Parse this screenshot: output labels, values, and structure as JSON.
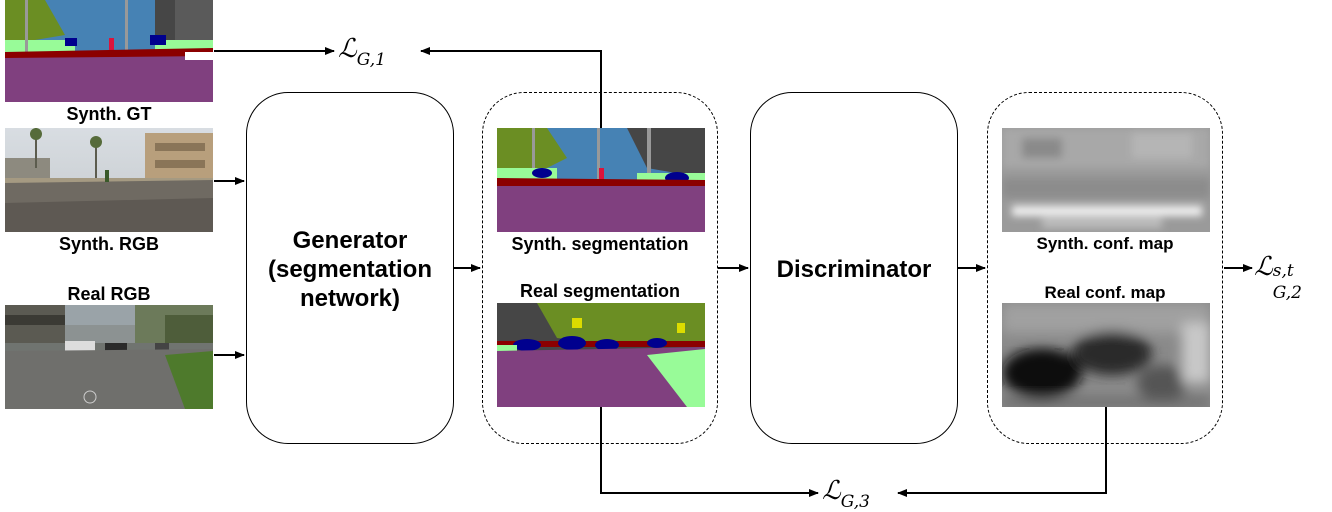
{
  "inputs": {
    "synth_gt_caption": "Synth. GT",
    "synth_rgb_caption": "Synth. RGB",
    "real_rgb_caption": "Real RGB"
  },
  "generator": {
    "line1": "Generator",
    "line2": "(segmentation",
    "line3": "network)"
  },
  "segmentation": {
    "synth_caption": "Synth. segmentation",
    "real_caption": "Real segmentation"
  },
  "discriminator": {
    "label": "Discriminator"
  },
  "confidence": {
    "synth_caption": "Synth. conf. map",
    "real_caption": "Real conf. map"
  },
  "losses": {
    "l1": {
      "symbol": "ℒ",
      "subscript": "G,1"
    },
    "l2": {
      "symbol": "ℒ",
      "subscript": "G,2",
      "superscript": "s,t"
    },
    "l3": {
      "symbol": "ℒ",
      "subscript": "G,3"
    }
  },
  "colors": {
    "road": "#80407f",
    "sidewalk": "#8b0000",
    "vegetation": "#6b8e23",
    "terrain": "#98fb98",
    "sky": "#4682b4",
    "car": "#00008e",
    "building": "#464646",
    "pole": "#999999"
  }
}
